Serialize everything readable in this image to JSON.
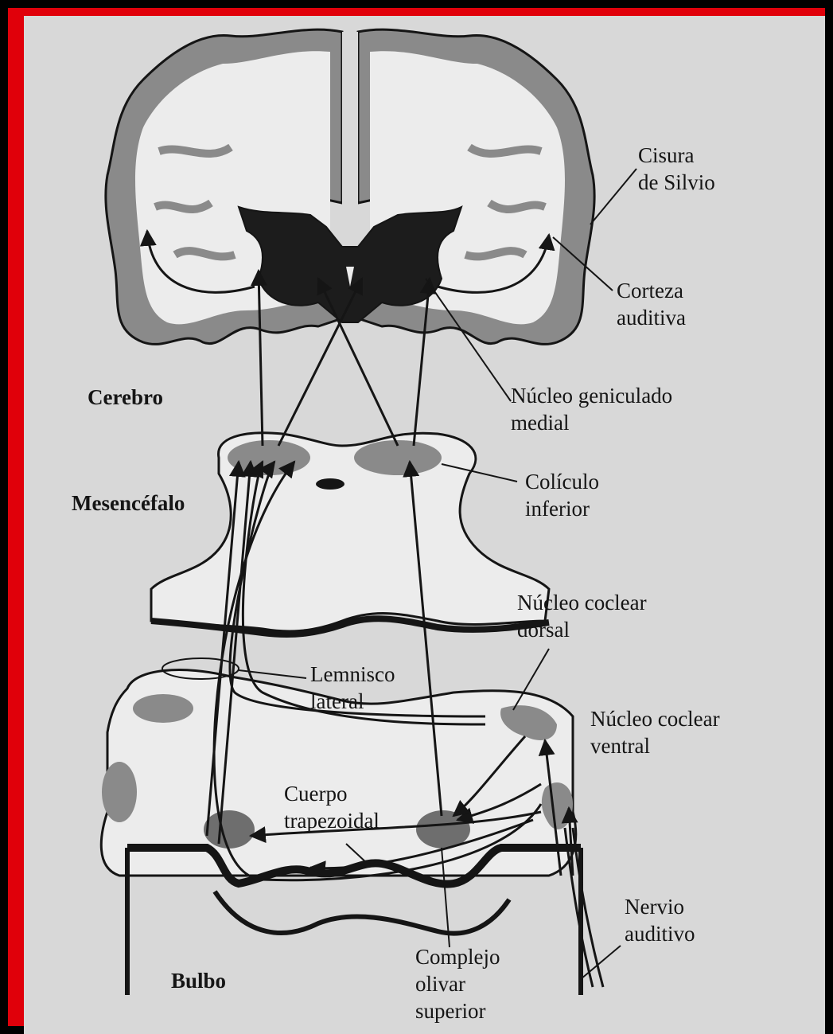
{
  "labels": {
    "cisura": [
      "Cisura",
      "de Silvio"
    ],
    "corteza": [
      "Corteza",
      "auditiva"
    ],
    "cerebro": "Cerebro",
    "geniculado": [
      "Núcleo geniculado",
      "medial"
    ],
    "coliculo": [
      "Colículo",
      "inferior"
    ],
    "mesencefalo": "Mesencéfalo",
    "coclear_dorsal": [
      "Núcleo coclear",
      "dorsal"
    ],
    "lemnisco": [
      "Lemnisco",
      "lateral"
    ],
    "coclear_ventral": [
      "Núcleo coclear",
      "ventral"
    ],
    "cuerpo": [
      "Cuerpo",
      "trapezoidal"
    ],
    "nervio": [
      "Nervio",
      "auditivo"
    ],
    "complejo": [
      "Complejo",
      "olivar",
      "superior"
    ],
    "bulbo": "Bulbo"
  },
  "colors": {
    "frame_border": "#e0000a",
    "paper": "#d8d8d8",
    "ink": "#151515",
    "gray_matter": "#8a8a8a",
    "white_matter": "#ececec"
  }
}
